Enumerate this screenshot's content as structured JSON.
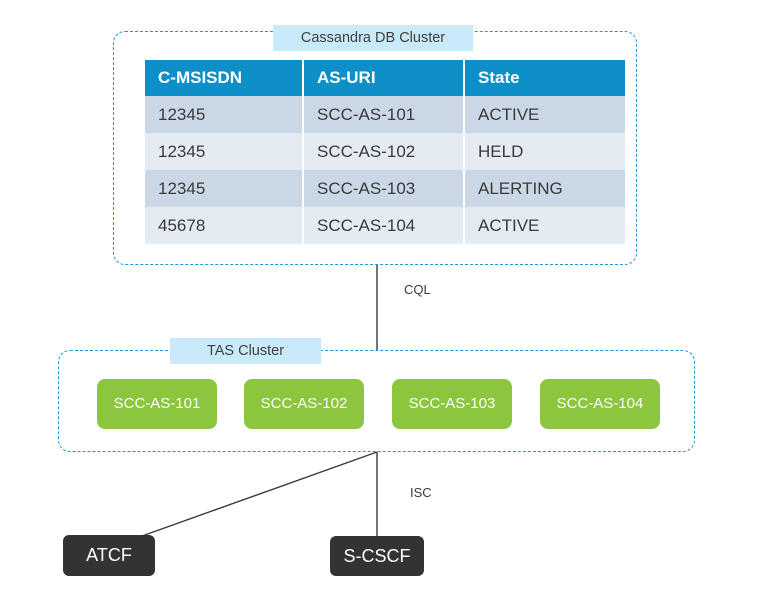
{
  "db_cluster": {
    "title": "Cassandra DB Cluster",
    "table": {
      "columns": [
        "C-MSISDN",
        "AS-URI",
        "State"
      ],
      "rows": [
        [
          "12345",
          "SCC-AS-101",
          "ACTIVE"
        ],
        [
          "12345",
          "SCC-AS-102",
          "HELD"
        ],
        [
          "12345",
          "SCC-AS-103",
          "ALERTING"
        ],
        [
          "45678",
          "SCC-AS-104",
          "ACTIVE"
        ]
      ]
    }
  },
  "tas_cluster": {
    "title": "TAS Cluster",
    "nodes": [
      {
        "label": "SCC-AS-101"
      },
      {
        "label": "SCC-AS-102"
      },
      {
        "label": "SCC-AS-103"
      },
      {
        "label": "SCC-AS-104"
      }
    ]
  },
  "network_nodes": [
    {
      "label": "ATCF"
    },
    {
      "label": "S-CSCF"
    }
  ],
  "links": [
    {
      "label": "CQL"
    },
    {
      "label": "ISC"
    }
  ],
  "colors": {
    "dashed_border": "#2196d6",
    "chip_background": "#c9ebf9",
    "table_header": "#0e8fc8",
    "row_dark": "#c9d8e4",
    "row_light": "#e5ebf2",
    "as_node": "#8cc63e",
    "network_node": "#333333",
    "connector_line": "#3a3a3a"
  }
}
